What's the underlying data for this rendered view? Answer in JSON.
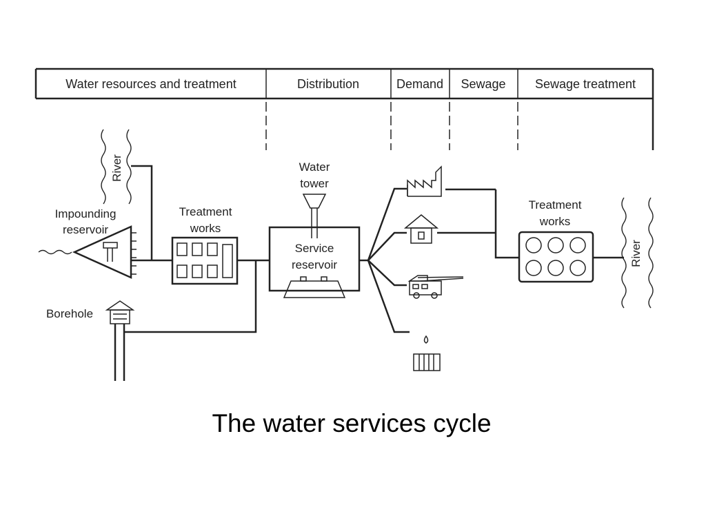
{
  "header": {
    "sections": [
      {
        "key": "water_resources",
        "label": "Water resources and treatment"
      },
      {
        "key": "distribution",
        "label": "Distribution"
      },
      {
        "key": "demand",
        "label": "Demand"
      },
      {
        "key": "sewage",
        "label": "Sewage"
      },
      {
        "key": "sewage_treatment",
        "label": "Sewage treatment"
      }
    ]
  },
  "labels": {
    "river_left": "River",
    "impounding_line1": "Impounding",
    "impounding_line2": "reservoir",
    "borehole": "Borehole",
    "treatment_left_line1": "Treatment",
    "treatment_left_line2": "works",
    "water_tower_line1": "Water",
    "water_tower_line2": "tower",
    "service_line1": "Service",
    "service_line2": "reservoir",
    "treatment_right_line1": "Treatment",
    "treatment_right_line2": "works",
    "river_right": "River"
  },
  "icons": [
    "factory-icon",
    "house-icon",
    "fire-engine-icon",
    "drain-icon",
    "pump-icon",
    "borehole-icon"
  ],
  "caption": "The water services cycle"
}
